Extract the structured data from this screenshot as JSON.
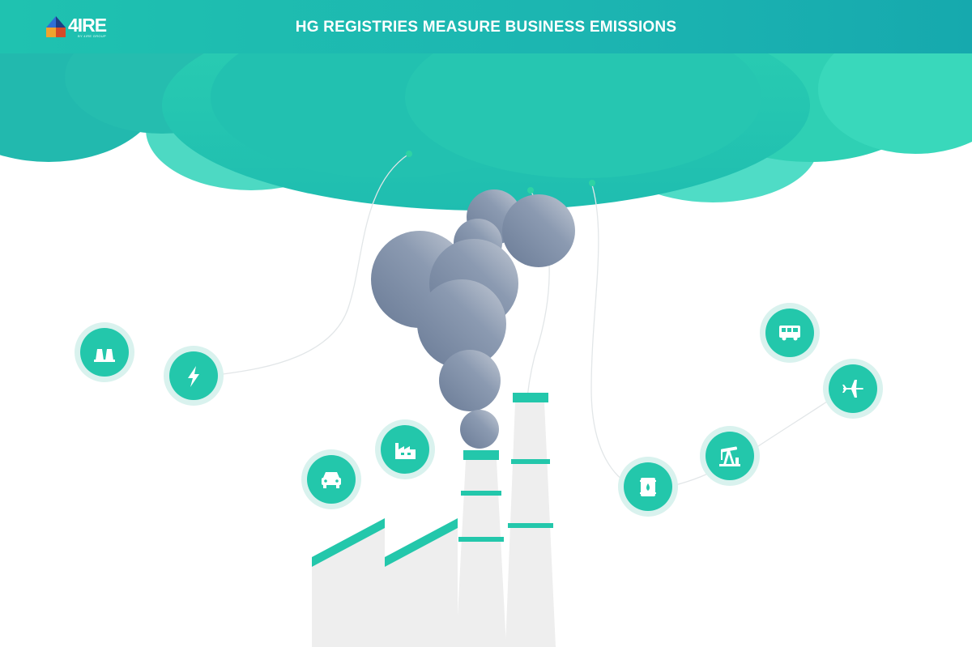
{
  "header": {
    "logo_text": "4IRE",
    "logo_subtext": "BY 4IRE GROUP",
    "title": "HG REGISTRIES MEASURE BUSINESS EMISSIONS"
  },
  "colors": {
    "teal": "#23c7ab",
    "teal_light": "#d9f2ee",
    "header": "#1cb5b1",
    "smoke": "#7c8ba5",
    "factory": "#eeeeee"
  },
  "icons": [
    {
      "name": "power-plant-icon"
    },
    {
      "name": "lightning-icon"
    },
    {
      "name": "car-icon"
    },
    {
      "name": "factory-icon"
    },
    {
      "name": "bus-icon"
    },
    {
      "name": "airplane-icon"
    },
    {
      "name": "oil-pump-icon"
    },
    {
      "name": "oil-barrel-icon"
    }
  ]
}
